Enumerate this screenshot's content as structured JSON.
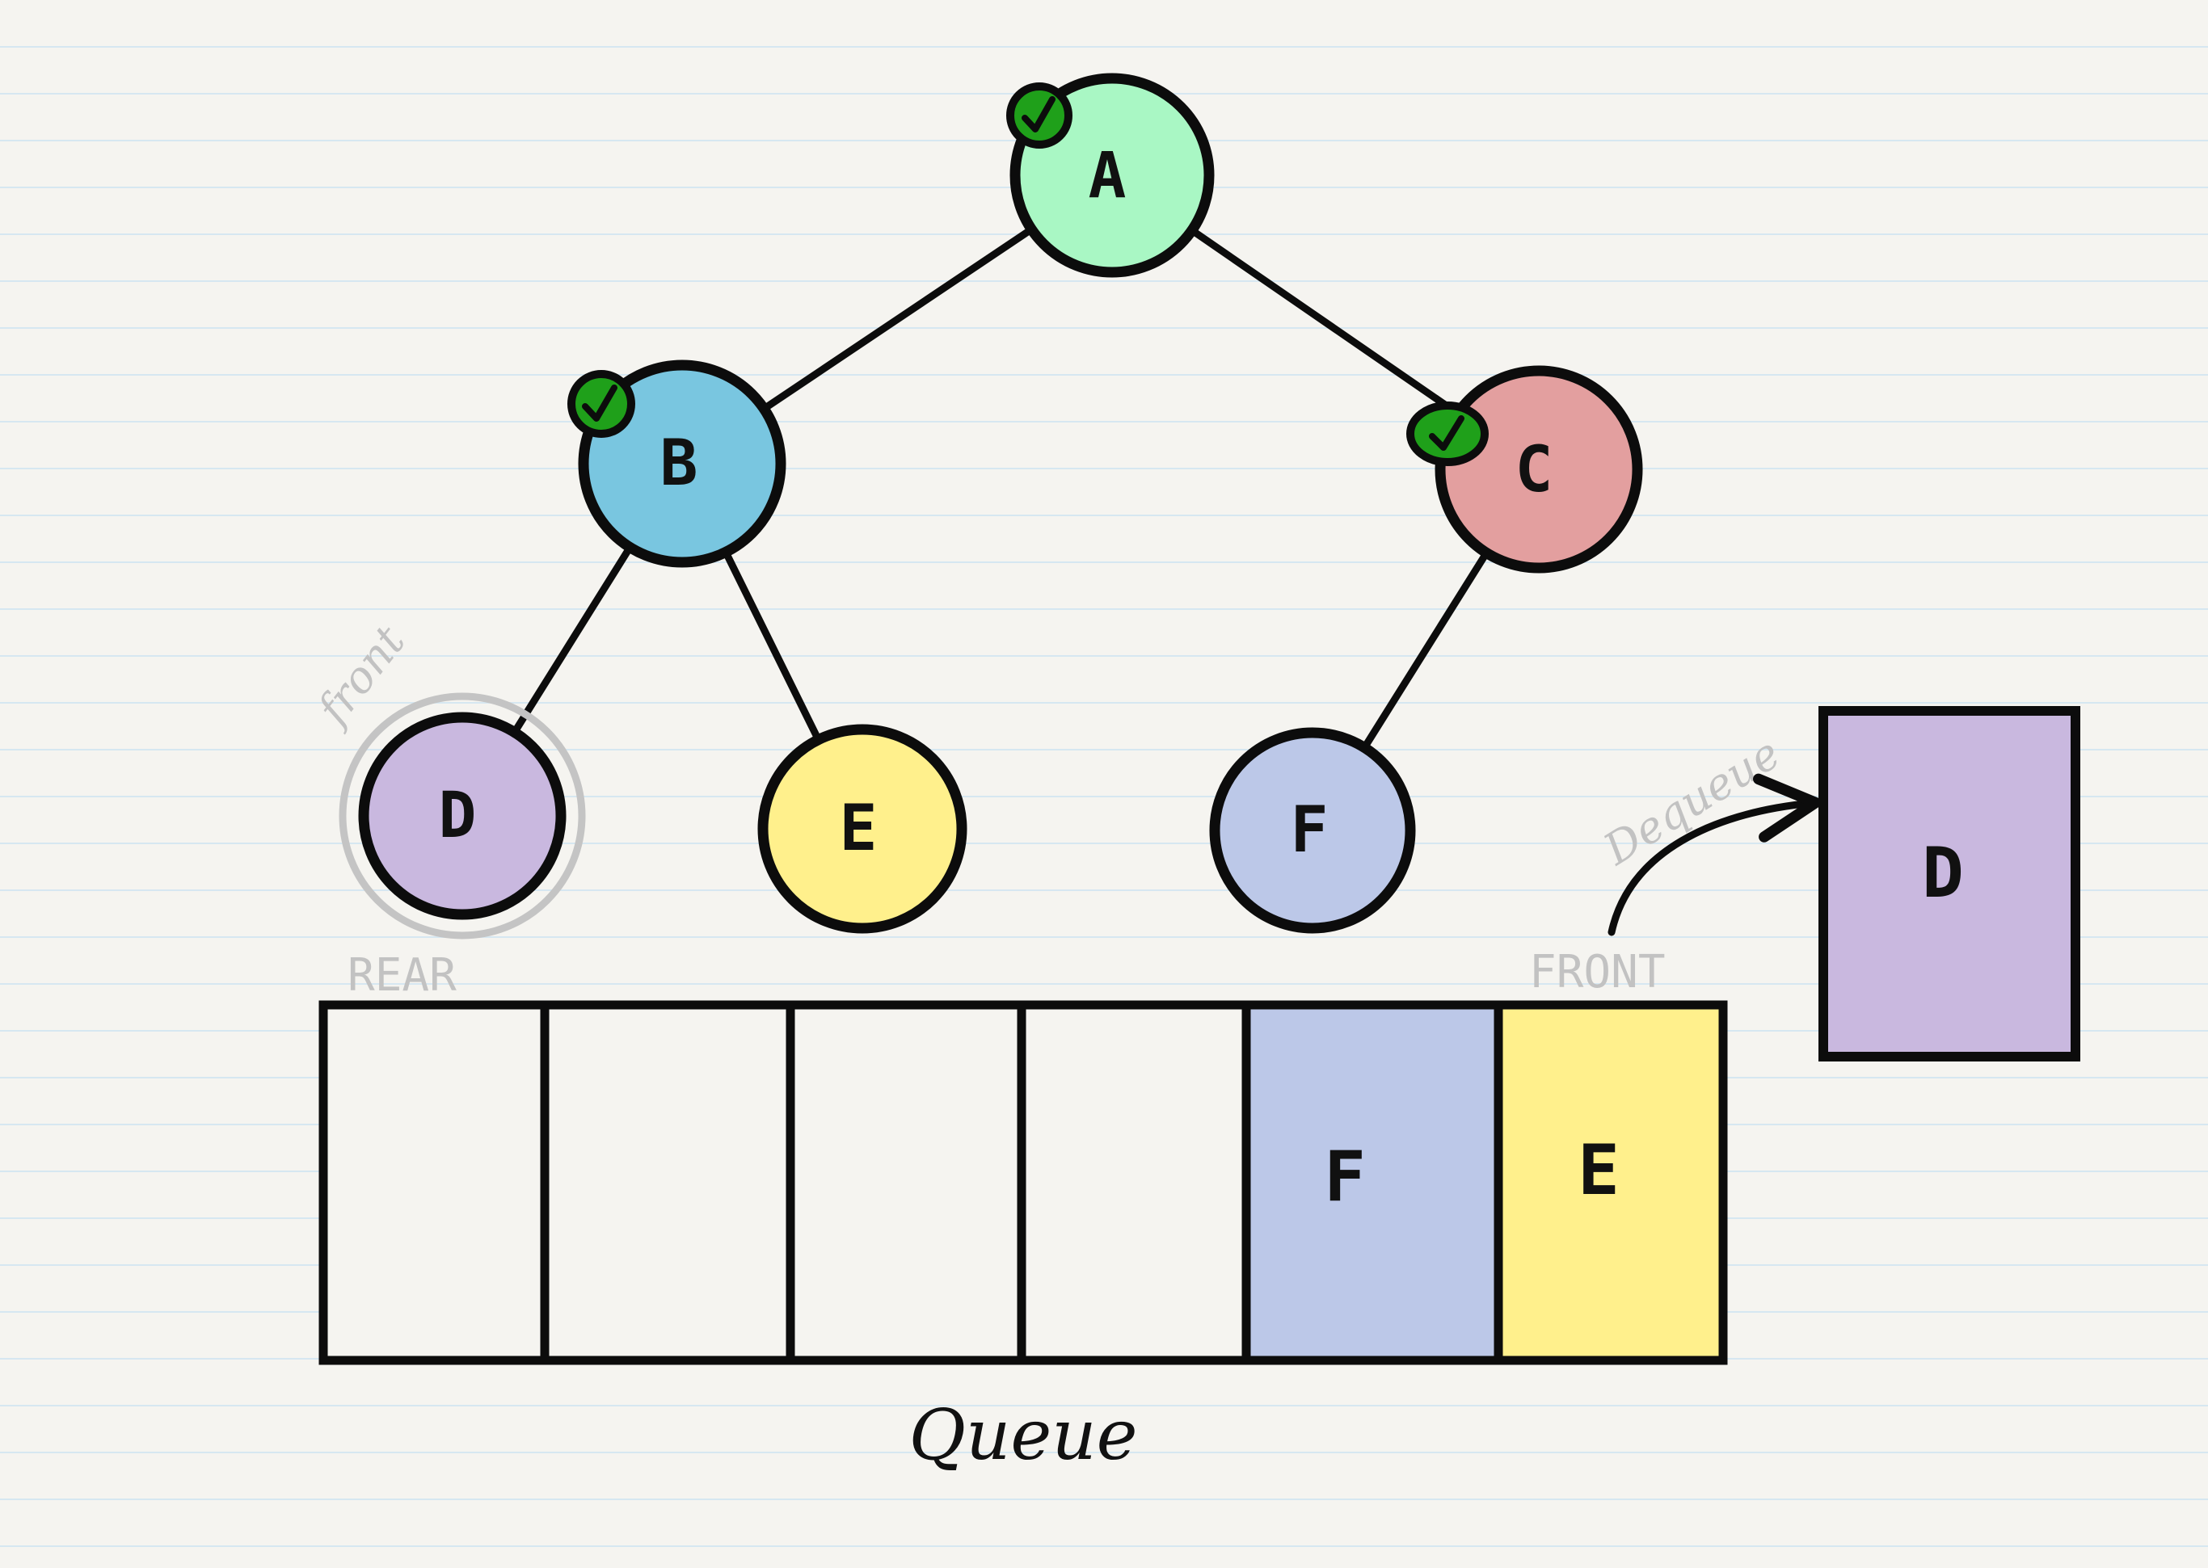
{
  "colors": {
    "background": "#f5f4f0",
    "rule_line": "#d6e7f1",
    "outline": "#0c0c0c",
    "check_fill": "#1fa01a",
    "front_ring": "#c4c4c4",
    "node_A": "#a9f7c4",
    "node_B": "#79c6e0",
    "node_C": "#e39f9f",
    "node_D": "#c9b8df",
    "node_E": "#fff08c",
    "node_F": "#bcc8e8",
    "cell_empty": "#f5f4f0"
  },
  "tree": {
    "nodes": [
      {
        "id": "A",
        "label": "A",
        "color": "#a9f7c4",
        "visited": true,
        "front": false
      },
      {
        "id": "B",
        "label": "B",
        "color": "#79c6e0",
        "visited": true,
        "front": false
      },
      {
        "id": "C",
        "label": "C",
        "color": "#e39f9f",
        "visited": true,
        "front": false
      },
      {
        "id": "D",
        "label": "D",
        "color": "#c9b8df",
        "visited": false,
        "front": true
      },
      {
        "id": "E",
        "label": "E",
        "color": "#fff08c",
        "visited": false,
        "front": false
      },
      {
        "id": "F",
        "label": "F",
        "color": "#bcc8e8",
        "visited": false,
        "front": false
      }
    ],
    "edges": [
      {
        "from": "A",
        "to": "B"
      },
      {
        "from": "A",
        "to": "C"
      },
      {
        "from": "B",
        "to": "D"
      },
      {
        "from": "B",
        "to": "E"
      },
      {
        "from": "C",
        "to": "F"
      }
    ],
    "front_label": "front",
    "check_icon": "check-icon"
  },
  "queue": {
    "title": "Queue",
    "rear_label": "REAR",
    "front_label": "FRONT",
    "cells": [
      {
        "label": "",
        "color": "#f5f4f0"
      },
      {
        "label": "",
        "color": "#f5f4f0"
      },
      {
        "label": "",
        "color": "#f5f4f0"
      },
      {
        "label": "",
        "color": "#f5f4f0"
      },
      {
        "label": "F",
        "color": "#bcc8e8"
      },
      {
        "label": "E",
        "color": "#fff08c"
      }
    ]
  },
  "dequeued": {
    "label": "D",
    "color": "#c9b8df",
    "action_label": "Dequeue"
  }
}
